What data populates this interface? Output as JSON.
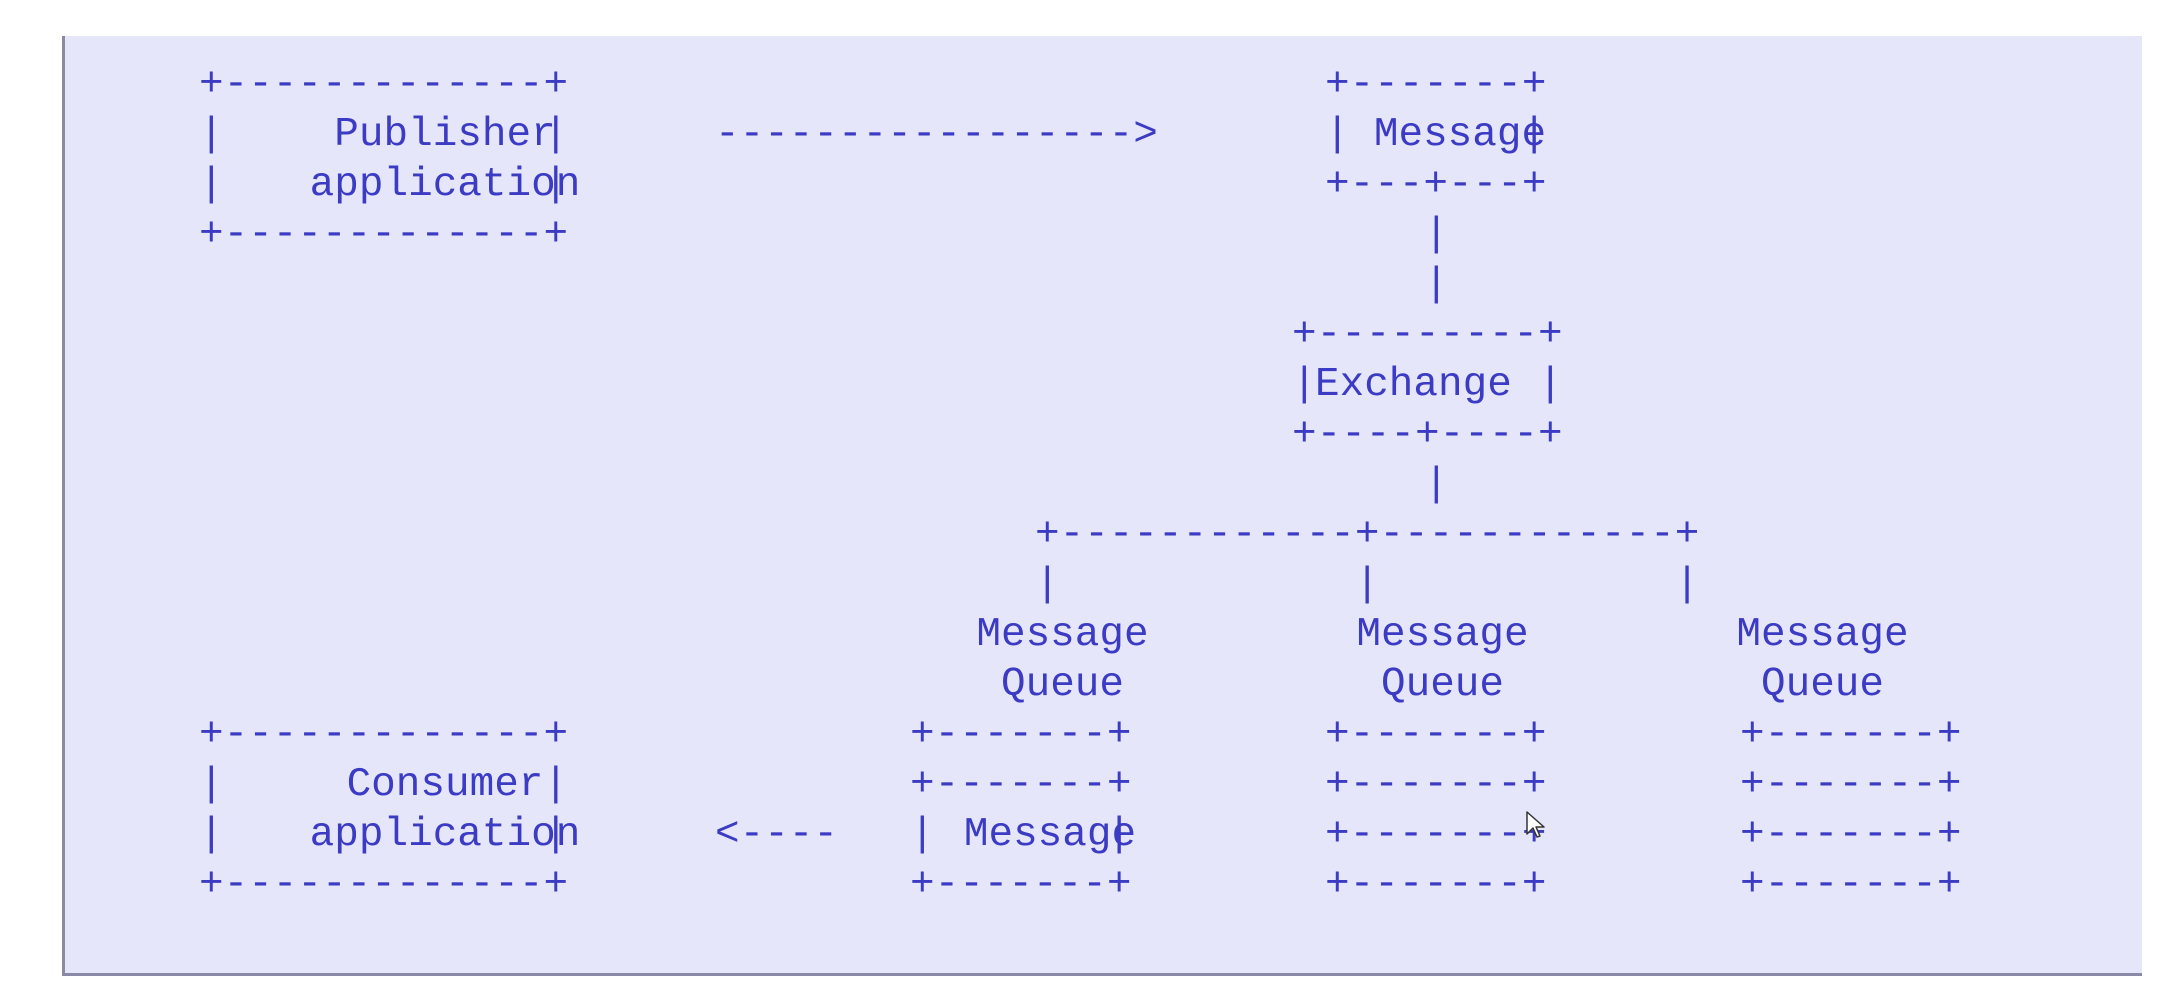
{
  "diagram": {
    "publisher": {
      "line1": "Publisher",
      "line2": "application"
    },
    "message_top": {
      "label": "Message"
    },
    "exchange": {
      "label": "Exchange"
    },
    "queues": [
      {
        "line1": "Message",
        "line2": "Queue",
        "item": "Message"
      },
      {
        "line1": "Message",
        "line2": "Queue"
      },
      {
        "line1": "Message",
        "line2": "Queue"
      }
    ],
    "consumer": {
      "line1": "Consumer",
      "line2": "application"
    },
    "colors": {
      "panel_bg": "#e6e6fa",
      "text": "#3b3bc4"
    },
    "icons": {
      "cursor": "mouse-pointer-icon"
    }
  }
}
